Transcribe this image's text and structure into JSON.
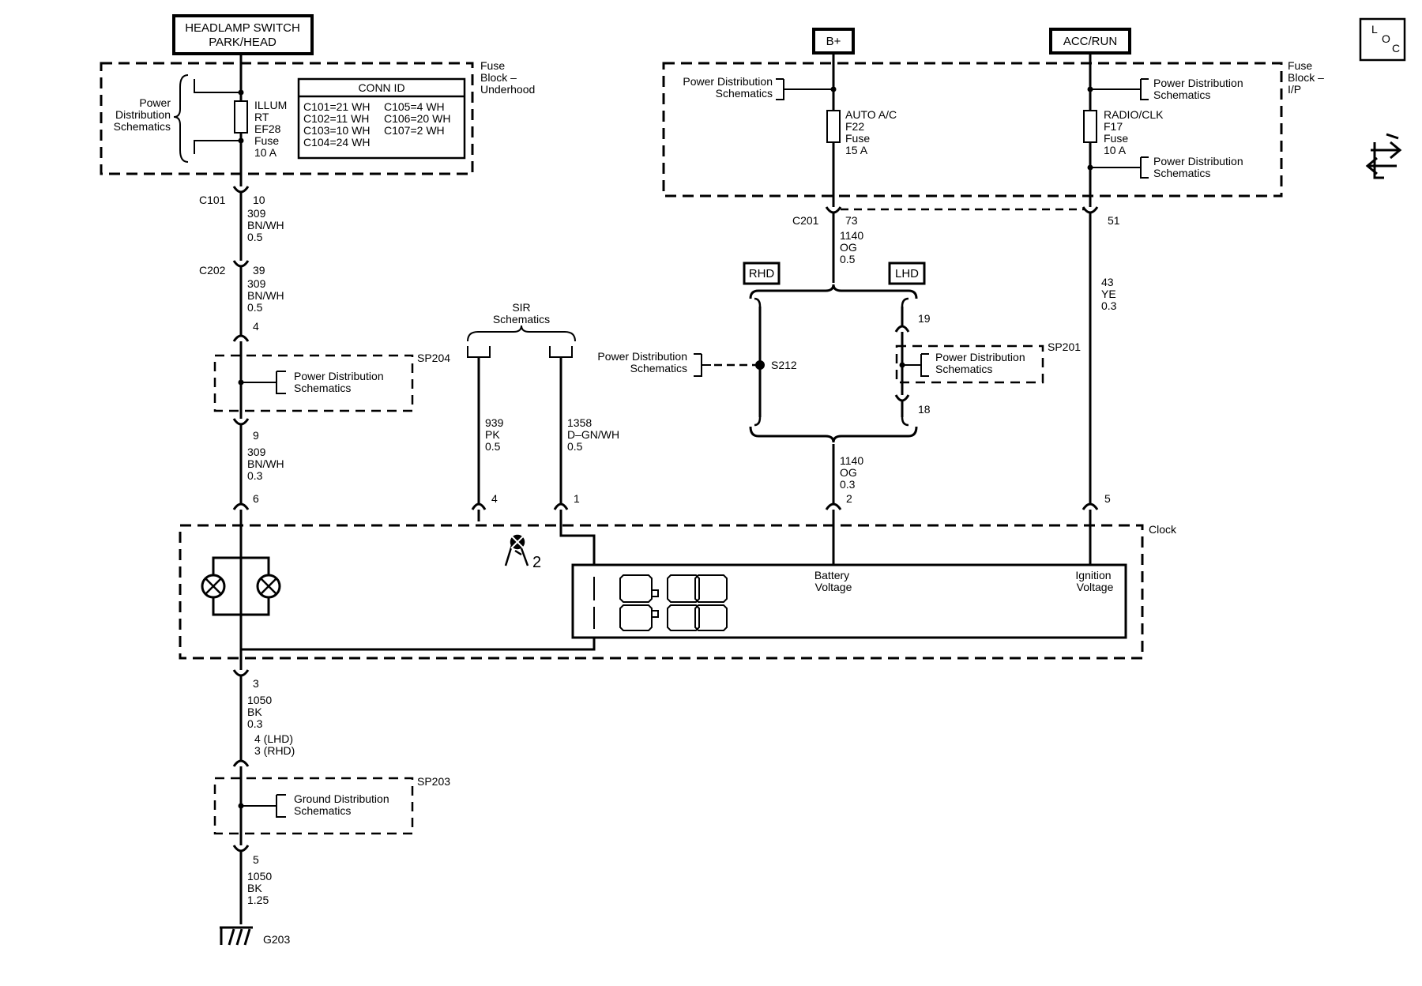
{
  "headers": {
    "headlamp_switch": [
      "HEADLAMP SWITCH",
      "PARK/HEAD"
    ],
    "b_plus": "B+",
    "acc_run": "ACC/RUN",
    "loc": [
      "L",
      "O",
      "C"
    ]
  },
  "fuse_block_underhood": {
    "title": [
      "Fuse",
      "Block –",
      "Underhood"
    ],
    "power_dist": [
      "Power",
      "Distribution",
      "Schematics"
    ],
    "fuse": [
      "ILLUM",
      "RT",
      "EF28",
      "Fuse",
      "10 A"
    ],
    "conn_id": {
      "title": "CONN ID",
      "col1": [
        "C101=21 WH",
        "C102=11 WH",
        "C103=10 WH",
        "C104=24 WH"
      ],
      "col2": [
        "C105=4 WH",
        "C106=20 WH",
        "C107=2 WH"
      ]
    }
  },
  "fuse_block_ip": {
    "title": [
      "Fuse",
      "Block –",
      "I/P"
    ],
    "power_dist_left": [
      "Power Distribution",
      "Schematics"
    ],
    "fuse_a": [
      "AUTO A/C",
      "F22",
      "Fuse",
      "15 A"
    ],
    "fuse_b": [
      "RADIO/CLK",
      "F17",
      "Fuse",
      "10 A"
    ],
    "power_dist_right1": [
      "Power Distribution",
      "Schematics"
    ],
    "power_dist_right2": [
      "Power Distribution",
      "Schematics"
    ]
  },
  "left_circuit": {
    "c101": "C101",
    "c101_pin": "10",
    "wire1": [
      "309",
      "BN/WH",
      "0.5"
    ],
    "c202": "C202",
    "c202_pin": "39",
    "wire2": [
      "309",
      "BN/WH",
      "0.5"
    ],
    "sp204_pin_top": "4",
    "sp204": "SP204",
    "sp204_dist": [
      "Power Distribution",
      "Schematics"
    ],
    "sp204_pin_bot": "9",
    "wire3": [
      "309",
      "BN/WH",
      "0.3"
    ],
    "clock_pin": "6",
    "ground_pin": "3",
    "wire4": [
      "1050",
      "BK",
      "0.3"
    ],
    "variant": [
      "4 (LHD)",
      "3 (RHD)"
    ],
    "sp203": "SP203",
    "sp203_dist": [
      "Ground Distribution",
      "Schematics"
    ],
    "sp203_pin": "5",
    "wire5": [
      "1050",
      "BK",
      "1.25"
    ],
    "ground": "G203"
  },
  "sir": {
    "title": [
      "SIR",
      "Schematics"
    ],
    "wire_a": [
      "939",
      "PK",
      "0.5"
    ],
    "wire_b": [
      "1358",
      "D–GN/WH",
      "0.5"
    ],
    "pin_a": "4",
    "pin_b": "1",
    "airbag_count": "2"
  },
  "center_circuit": {
    "c201": "C201",
    "c201_pin": "73",
    "wire1": [
      "1140",
      "OG",
      "0.5"
    ],
    "rhd": "RHD",
    "lhd": "LHD",
    "power_dist": [
      "Power Distribution",
      "Schematics"
    ],
    "s212": "S212",
    "sp201": "SP201",
    "sp201_dist": [
      "Power Distribution",
      "Schematics"
    ],
    "sp201_pin_top": "19",
    "sp201_pin_bot": "18",
    "wire2": [
      "1140",
      "OG",
      "0.3"
    ],
    "clock_pin": "2"
  },
  "right_circuit": {
    "c201_pin": "51",
    "wire": [
      "43",
      "YE",
      "0.3"
    ],
    "clock_pin": "5"
  },
  "clock": {
    "title": "Clock",
    "display": "18:88",
    "battery": [
      "Battery",
      "Voltage"
    ],
    "ignition": [
      "Ignition",
      "Voltage"
    ]
  }
}
